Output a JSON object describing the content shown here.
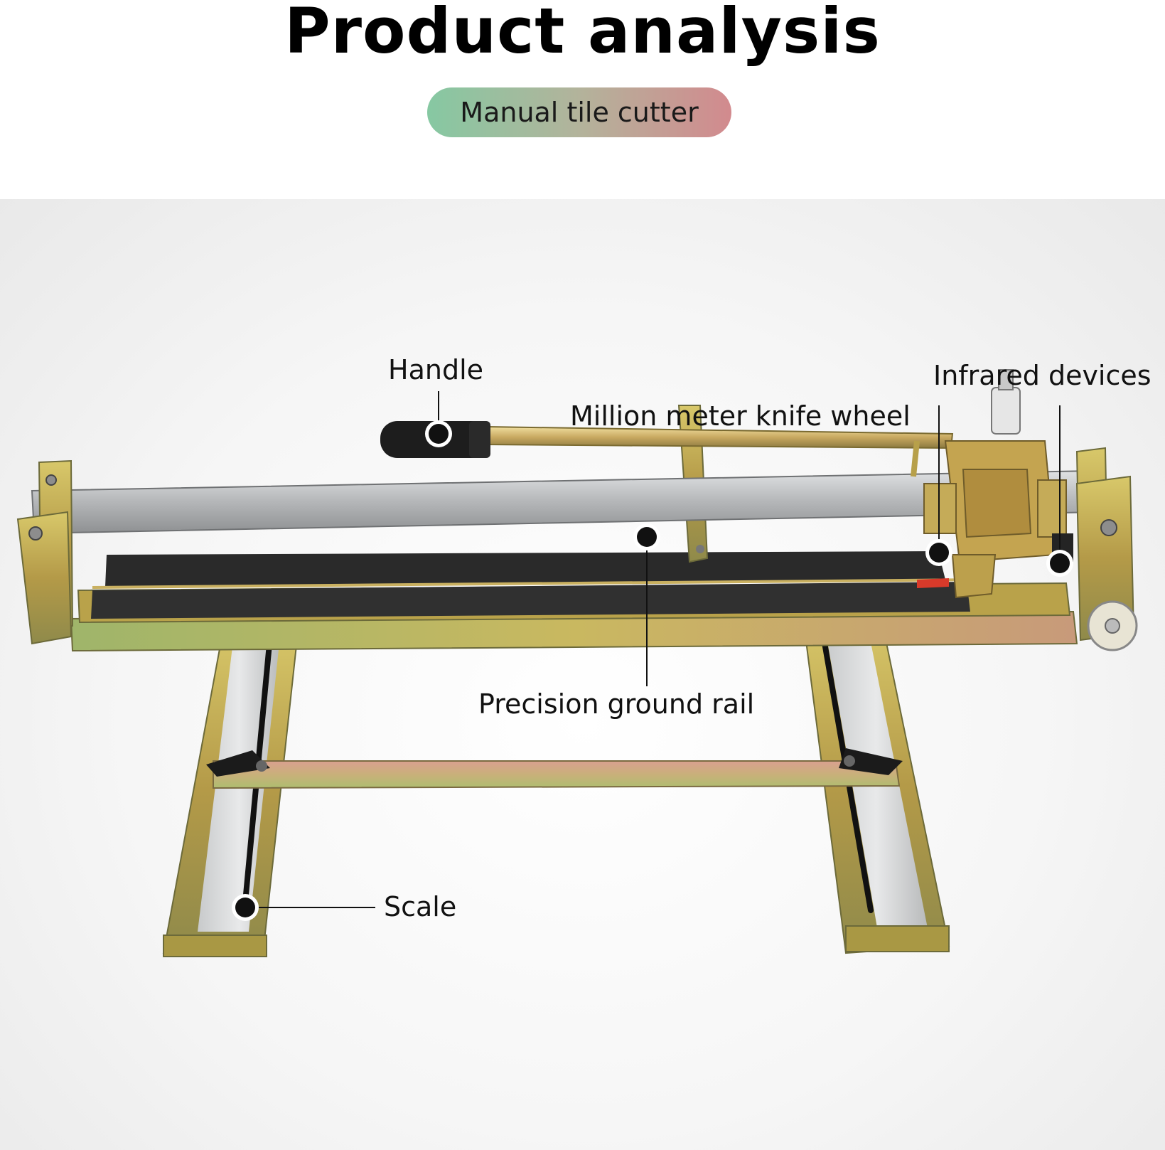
{
  "header": {
    "title": "Product analysis",
    "subtitle": "Manual tile cutter",
    "pill_gradient": [
      "#86c8a2",
      "#d28a8e"
    ]
  },
  "callouts": {
    "handle": "Handle",
    "knife_wheel": "Million meter knife wheel",
    "infrared": "Infrared devices",
    "rail": "Precision ground rail",
    "scale": "Scale"
  },
  "colors": {
    "brass": "#b9a64a",
    "rail_silver": "#b4b6b8",
    "bed_black": "#2a2a2a",
    "marker": "#111111"
  },
  "icons": [
    "callout-marker-icon"
  ]
}
